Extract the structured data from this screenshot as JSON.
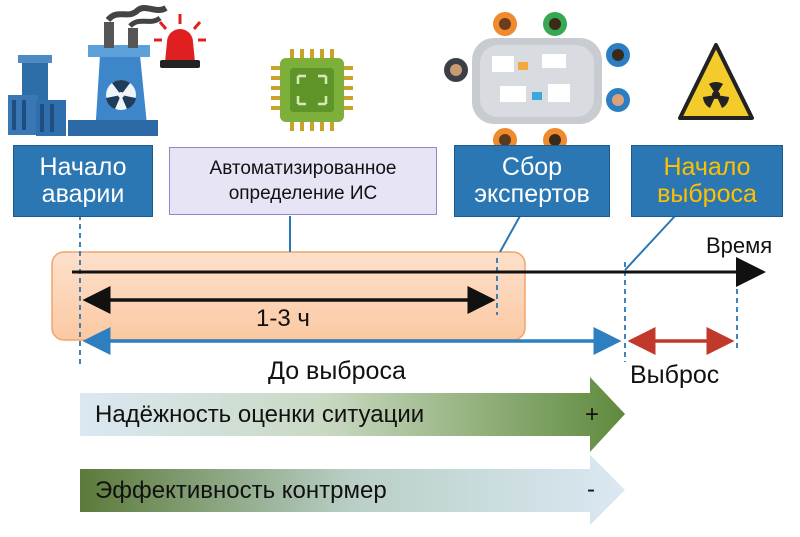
{
  "labels": {
    "accident_start": "Начало аварии",
    "auto_detection": "Автоматизированное определение ИС",
    "experts": "Сбор экспертов",
    "release_start": "Начало выброса",
    "time": "Время",
    "duration": "1-3 ч",
    "before_release": "До выброса",
    "release": "Выброс"
  },
  "bars": {
    "reliability": {
      "label": "Надёжность оценки ситуации",
      "sign": "+"
    },
    "effectiveness": {
      "label": "Эффективность контрмер",
      "sign": "-"
    }
  },
  "icons": [
    "nuclear-plant-icon",
    "alarm-light-icon",
    "chip-icon",
    "expert-meeting-icon",
    "radiation-warning-icon"
  ]
}
